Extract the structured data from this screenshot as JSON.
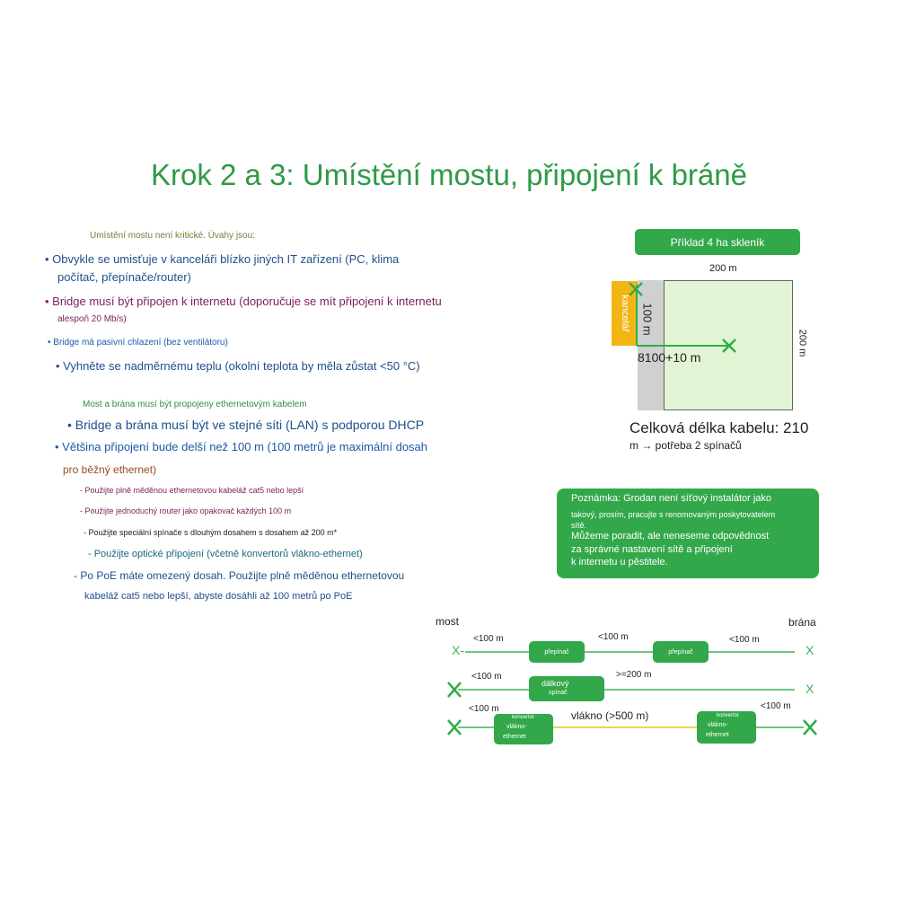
{
  "title": "Krok 2 a 3: Umístění mostu, připojení k bráně",
  "intro_placement": "Umístění mostu není kritické. Úvahy jsou:",
  "placement_items": [
    "• Obvykle se umisťuje v kanceláři blízko jiných IT zařízení (PC, klima",
    "počítač, přepínače/router)",
    "• Bridge musí být připojen k internetu (doporučuje se mít připojení k internetu",
    "alespoň 20 Mb/s)",
    "• Bridge má pasivní chlazení (bez ventilátoru)",
    "• Vyhněte se nadměrnému teplu (okolní teplota by měla zůstat <50 °C)"
  ],
  "intro_gateway": "Most a brána musí být propojeny ethernetovým kabelem",
  "gateway_items": [
    "• Bridge a brána musí být ve stejné síti (LAN) s podporou DHCP",
    "• Většina připojení bude delší než 100 m (100 metrů je maximální dosah",
    "pro běžný ethernet)"
  ],
  "options": [
    "- Použijte plně měděnou ethernetovou kabeláž cat5 nebo lepší",
    "- Použijte jednoduchý router jako opakovač každých 100 m",
    "- Použijte speciální spínače s dlouhým dosahem s dosahem až 200 m*",
    "- Použijte optické připojení (včetně konvertorů vlákno-ethernet)",
    "- Po PoE máte omezený dosah. Použijte plně měděnou ethernetovou",
    "kabeláž cat5 nebo lepší, abyste dosáhli až 100 metrů po PoE"
  ],
  "greenhouse": {
    "badge": "Příklad 4 ha skleník",
    "width_label": "200 m",
    "height_label": "200 m",
    "office_label": "kancelář",
    "dist_label": "100 m",
    "cable_label": "8100+10 m",
    "total_label": "Celková délka kabelu: 210",
    "total_sub": "m → potřeba 2 spínačů"
  },
  "note": [
    "Poznámka: Grodan není síťový instalátor jako",
    "takový, prosím, pracujte s renomovaným poskytovatelem",
    "sítě.",
    "Můžeme poradit, ale neneseme odpovědnost",
    "za správné nastavení sítě a připojení",
    "k internetu u pěstitele."
  ],
  "scheme": {
    "left_title": "most",
    "right_title": "brána",
    "row1": {
      "start": "X-",
      "end": "X",
      "seg1": "<100 m",
      "box1": "přepínač",
      "seg2": "<100 m",
      "box2": "přepínač",
      "seg3": "<100 m"
    },
    "row2": {
      "end": "X",
      "seg1": "<100 m",
      "box1_line1": "dálkový",
      "box1_line2": "spínač",
      "seg2": ">=200 m"
    },
    "row3": {
      "seg1": "<100 m",
      "box1_line1": "konvertor",
      "box1_line2": "vlákno-",
      "box1_line3": "ethernet",
      "mid": "vlákno (>500 m)",
      "box2_line1": "konvertor",
      "box2_line2": "vlákno-",
      "box2_line3": "ethernet",
      "seg3": "<100 m"
    }
  },
  "colors": {
    "green": "#32a84a",
    "office": "#f2b614",
    "field": "#e2f4d4",
    "title": "#2e9a46"
  }
}
